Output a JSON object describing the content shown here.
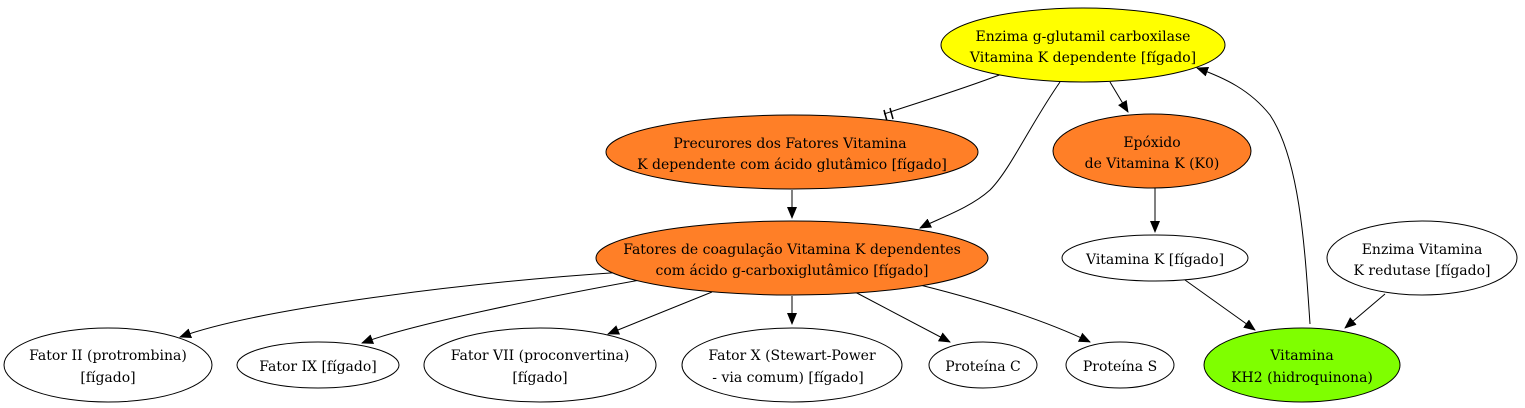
{
  "colors": {
    "yellow": "#ffff00",
    "orange": "#ff7f27",
    "green": "#7fff00",
    "white": "#ffffff",
    "stroke": "#000000"
  },
  "nodes": {
    "enzima_carboxilase": {
      "line1": "Enzima g-glutamil carboxilase",
      "line2": "Vitamina K dependente [fígado]"
    },
    "precursores": {
      "line1": "Precurores dos Fatores Vitamina",
      "line2": "K dependente com ácido glutâmico [fígado]"
    },
    "epoxido": {
      "line1": "Epóxido",
      "line2": "de Vitamina K (K0)"
    },
    "fatores_coagulacao": {
      "line1": "Fatores de coagulação Vitamina K dependentes",
      "line2": "com ácido g-carboxiglutâmico [fígado]"
    },
    "vitamina_k": {
      "line1": "Vitamina K [fígado]"
    },
    "enzima_redutase": {
      "line1": "Enzima Vitamina",
      "line2": "K redutase [fígado]"
    },
    "fator_ii": {
      "line1": "Fator II (protrombina)",
      "line2": "[fígado]"
    },
    "fator_ix": {
      "line1": "Fator IX [fígado]"
    },
    "fator_vii": {
      "line1": "Fator VII (proconvertina)",
      "line2": "[fígado]"
    },
    "fator_x": {
      "line1": "Fator X (Stewart-Power",
      "line2": "- via comum) [fígado]"
    },
    "proteina_c": {
      "line1": "Proteína C"
    },
    "proteina_s": {
      "line1": "Proteína S"
    },
    "vitamina_kh2": {
      "line1": "Vitamina",
      "line2": "KH2 (hidroquinona)"
    }
  }
}
